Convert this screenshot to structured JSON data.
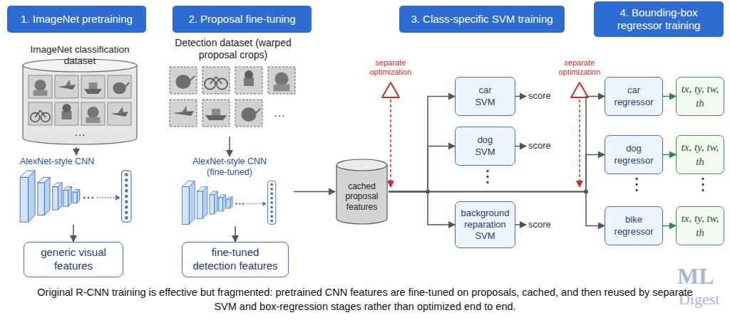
{
  "diagram": {
    "caption": "Original R-CNN training is effective but fragmented: pretrained CNN features are fine-tuned on proposals, cached, and then reused by separate SVM and box-regression stages rather than optimized end to end.",
    "nodes": [
      {
        "text": [
          "1. ImageNet pretraining"
        ]
      },
      {
        "text": [
          "2. Proposal fine-tuning"
        ]
      },
      {
        "text": [
          "3. Class-specific SVM training"
        ]
      },
      {
        "text": [
          "4. Bounding-box regressor training"
        ]
      },
      {
        "text": [
          "ImageNet classification dataset"
        ]
      },
      {
        "text": [
          "AlexNet-style CNN"
        ]
      },
      {
        "text": [
          "generic visual features"
        ]
      },
      {
        "text": [
          "Detection dataset (warped proposal crops)"
        ]
      },
      {
        "text": [
          "AlexNet-style CNN (fine-tuned)"
        ]
      },
      {
        "text": [
          "fine-tuned detection features"
        ]
      },
      {
        "text": [
          "cached proposal features"
        ]
      },
      {
        "text": [
          "car SVM"
        ]
      },
      {
        "text": [
          "dog SVM"
        ]
      },
      {
        "text": [
          "background reparation SVM"
        ]
      },
      {
        "text": [
          "car regressor"
        ]
      },
      {
        "text": [
          "dog regressor"
        ]
      },
      {
        "text": [
          "bike regressor"
        ]
      },
      {
        "text": [
          "tx, ty, tw, th"
        ]
      },
      {
        "text": [
          "tx, ty, tw, th"
        ]
      },
      {
        "text": [
          "tx, ty, tw, th"
        ]
      }
    ],
    "edges": [
      {
        "from": 4,
        "to": 5,
        "arrow": "to"
      },
      {
        "from": 5,
        "to": 6,
        "arrow": "to"
      },
      {
        "from": 7,
        "to": 8,
        "arrow": "to"
      },
      {
        "from": 8,
        "to": 9,
        "arrow": "to"
      },
      {
        "from": 8,
        "to": 10,
        "arrow": "to"
      },
      {
        "from": 10,
        "to": 11,
        "arrow": "to"
      },
      {
        "from": 10,
        "to": 12,
        "arrow": "to"
      },
      {
        "from": 10,
        "to": 13,
        "arrow": "to"
      },
      {
        "from": 10,
        "to": 14,
        "arrow": "to"
      },
      {
        "from": 10,
        "to": 15,
        "arrow": "to"
      },
      {
        "from": 10,
        "to": 16,
        "arrow": "to"
      },
      {
        "from": 14,
        "to": 17,
        "arrow": "to"
      },
      {
        "from": 15,
        "to": 18,
        "arrow": "to"
      },
      {
        "from": 16,
        "to": 19,
        "arrow": "to"
      }
    ],
    "labels": [
      "separate optimization",
      "!",
      "separate optimization",
      "!",
      "score",
      "score",
      "score",
      "⋮",
      "⋮",
      "⋮",
      "…",
      "…",
      "ML",
      "Digest"
    ]
  }
}
